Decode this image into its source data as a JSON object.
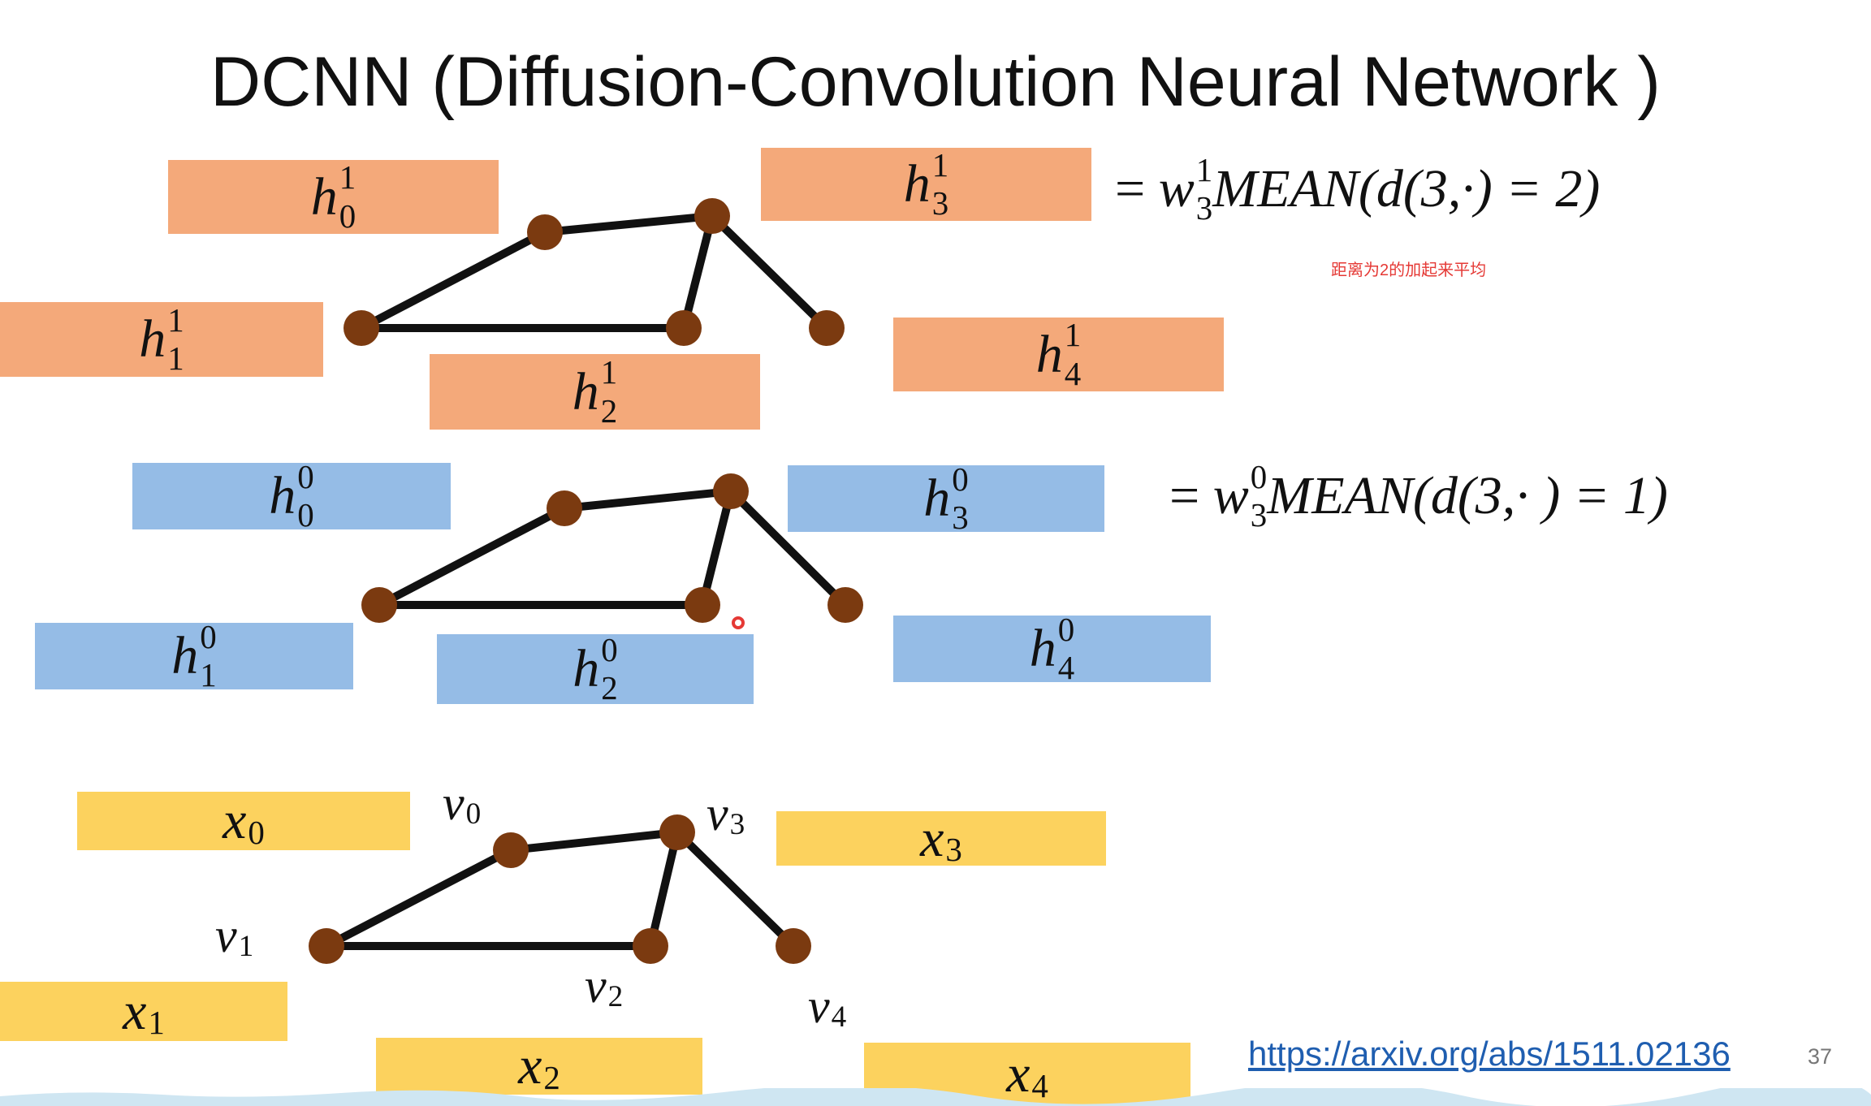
{
  "title": "DCNN (Diffusion-Convolution Neural Network )",
  "layer1": {
    "boxes": [
      {
        "base": "h",
        "sup": "1",
        "sub": "0"
      },
      {
        "base": "h",
        "sup": "1",
        "sub": "1"
      },
      {
        "base": "h",
        "sup": "1",
        "sub": "2"
      },
      {
        "base": "h",
        "sup": "1",
        "sub": "3"
      },
      {
        "base": "h",
        "sup": "1",
        "sub": "4"
      }
    ],
    "equation": {
      "prefix": "= ",
      "w": "w",
      "sup": "1",
      "sub": "3",
      "rest": " MEAN(d(3,·) = 2)"
    },
    "note": "距离为2的加起来平均"
  },
  "layer0": {
    "boxes": [
      {
        "base": "h",
        "sup": "0",
        "sub": "0"
      },
      {
        "base": "h",
        "sup": "0",
        "sub": "1"
      },
      {
        "base": "h",
        "sup": "0",
        "sub": "2"
      },
      {
        "base": "h",
        "sup": "0",
        "sub": "3"
      },
      {
        "base": "h",
        "sup": "0",
        "sub": "4"
      }
    ],
    "equation": {
      "prefix": "= ",
      "w": "w",
      "sup": "0",
      "sub": "3",
      "rest": "MEAN(d(3,· ) = 1)"
    }
  },
  "input": {
    "boxes": [
      {
        "base": "x",
        "sub": "0"
      },
      {
        "base": "x",
        "sub": "1"
      },
      {
        "base": "x",
        "sub": "2"
      },
      {
        "base": "x",
        "sub": "3"
      },
      {
        "base": "x",
        "sub": "4"
      }
    ],
    "vertices": [
      {
        "base": "v",
        "sub": "0"
      },
      {
        "base": "v",
        "sub": "1"
      },
      {
        "base": "v",
        "sub": "2"
      },
      {
        "base": "v",
        "sub": "3"
      },
      {
        "base": "v",
        "sub": "4"
      }
    ]
  },
  "link": "https://arxiv.org/abs/1511.02136",
  "page_number": "37",
  "colors": {
    "orange": "#f4a97a",
    "blue": "#95bce6",
    "yellow": "#fcd25e",
    "node": "#7b3a10",
    "edge": "#111111",
    "note": "#e53935",
    "link": "#1f5eb0"
  }
}
